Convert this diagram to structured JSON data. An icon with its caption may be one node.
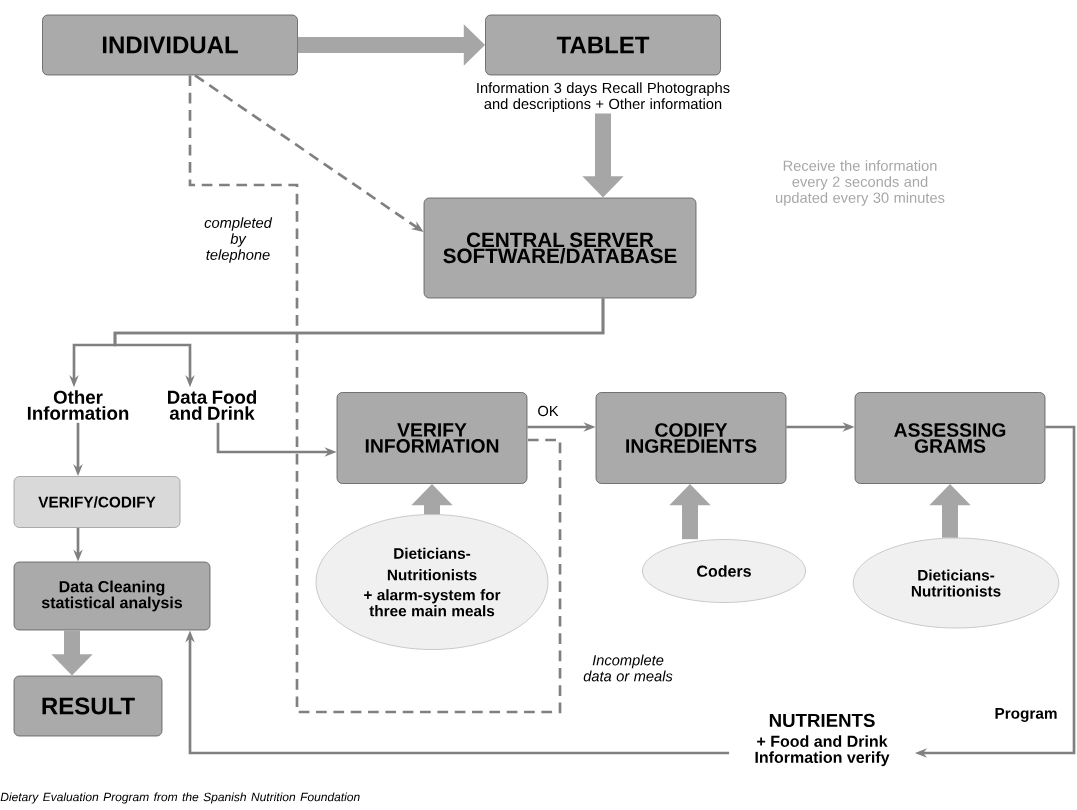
{
  "diagram": {
    "nodes": [
      {
        "text": [
          "INDIVIDUAL"
        ]
      },
      {
        "text": [
          "TABLET"
        ],
        "beside": [
          "Information 3 days Recall Photographs and descriptions + Other information"
        ]
      },
      {
        "text": [
          "CENTRAL SERVER SOFTWARE/DATABASE"
        ]
      },
      {
        "text": [
          "Other Information"
        ]
      },
      {
        "text": [
          "Data Food and Drink"
        ]
      },
      {
        "text": [
          "VERIFY/CODIFY"
        ]
      },
      {
        "text": [
          "Data Cleaning statistical analysis"
        ]
      },
      {
        "text": [
          "RESULT"
        ]
      },
      {
        "text": [
          "VERIFY INFORMATION"
        ]
      },
      {
        "text": [
          "Dieticians-Nutritionists",
          "+ alarm-system for three main meals"
        ]
      },
      {
        "text": [
          "CODIFY INGREDIENTS"
        ]
      },
      {
        "text": [
          "Coders"
        ]
      },
      {
        "text": [
          "ASSESSING GRAMS"
        ]
      },
      {
        "text": [
          "Dieticians-Nutritionists"
        ]
      },
      {
        "text": [
          "NUTRIENTS",
          "+ Food and Drink Information verify"
        ]
      }
    ],
    "edges": [
      {
        "from": 0,
        "to": 1,
        "arrow": "to",
        "style": "thick"
      },
      {
        "from": 0,
        "to": 2,
        "arrow": "to",
        "style": "dashed"
      },
      {
        "from": 1,
        "to": 2,
        "arrow": "to",
        "style": "thick"
      },
      {
        "from": 0,
        "to": 8,
        "arrow": "none",
        "style": "dashed",
        "label": "completed by telephone"
      },
      {
        "from": 2,
        "to": 3,
        "arrow": "to"
      },
      {
        "from": 2,
        "to": 4,
        "arrow": "to"
      },
      {
        "from": 3,
        "to": 5,
        "arrow": "to"
      },
      {
        "from": 5,
        "to": 6,
        "arrow": "to"
      },
      {
        "from": 6,
        "to": 7,
        "arrow": "to",
        "style": "thick"
      },
      {
        "from": 4,
        "to": 8,
        "arrow": "to"
      },
      {
        "from": 8,
        "to": 10,
        "arrow": "to",
        "label": "OK"
      },
      {
        "from": 9,
        "to": 8,
        "arrow": "to",
        "style": "thick"
      },
      {
        "from": 10,
        "to": 12,
        "arrow": "to"
      },
      {
        "from": 11,
        "to": 10,
        "arrow": "to",
        "style": "thick"
      },
      {
        "from": 13,
        "to": 12,
        "arrow": "to",
        "style": "thick"
      },
      {
        "from": 12,
        "to": 14,
        "arrow": "to",
        "label": "Program"
      },
      {
        "from": 14,
        "to": 6,
        "arrow": "to"
      }
    ],
    "labels": [
      "Receive the information every 2 seconds and updated every 30 minutes",
      "Incomplete data or meals",
      "Dietary Evaluation Program from the Spanish Nutrition Foundation"
    ]
  }
}
